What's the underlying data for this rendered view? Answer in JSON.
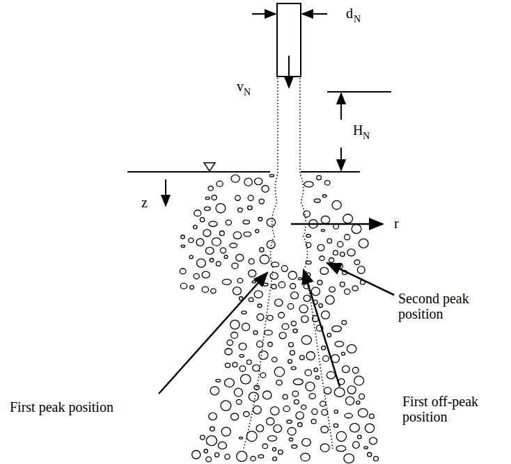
{
  "diagram": {
    "labels": [
      "d",
      "N",
      "v",
      "N",
      "H",
      "N",
      "z",
      "r",
      "Second peak position",
      "First peak position",
      "First off-peak position"
    ]
  }
}
